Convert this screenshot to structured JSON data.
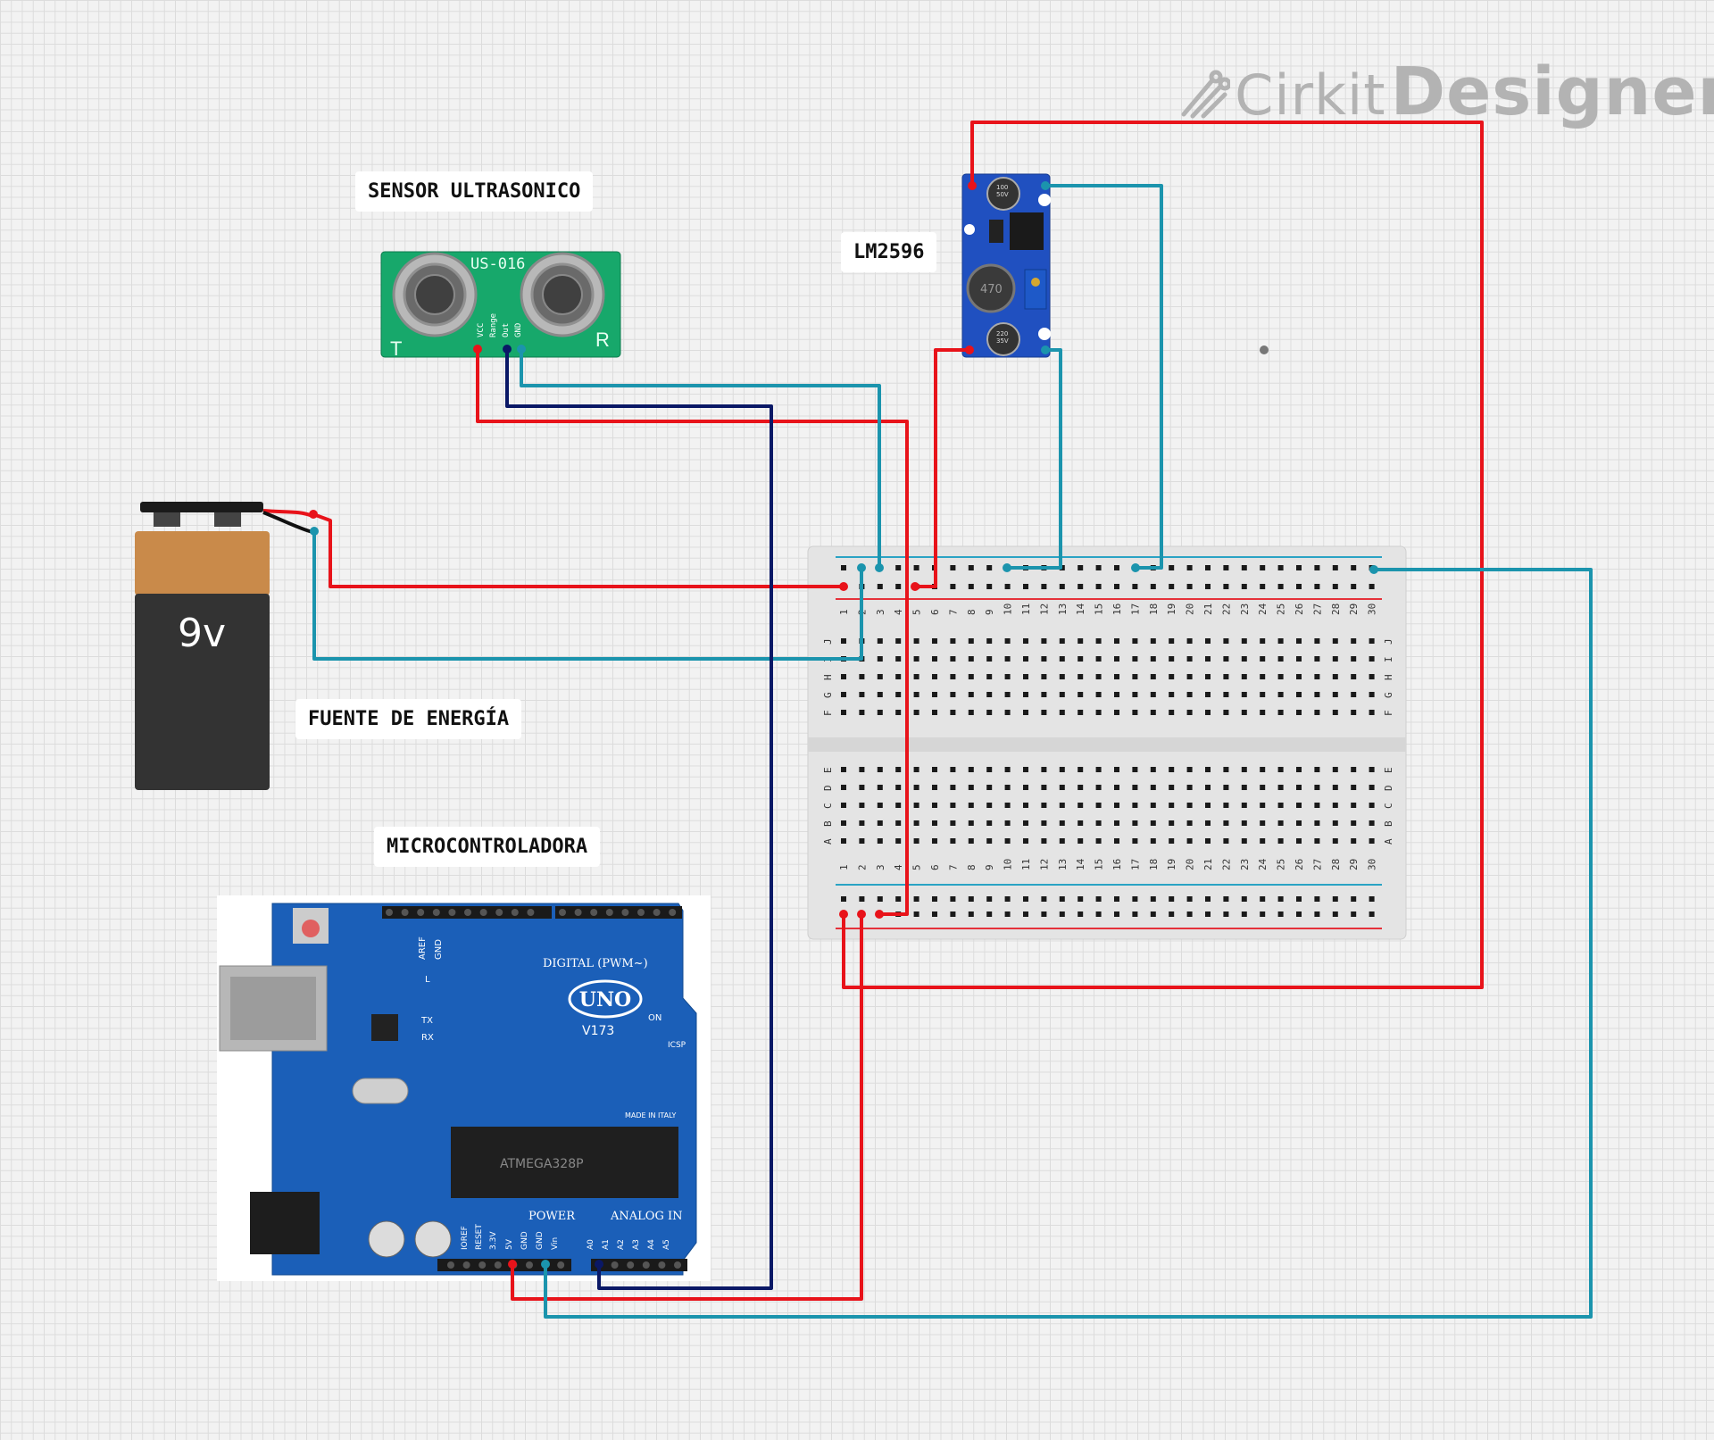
{
  "logo": {
    "brand": "Cirkit",
    "product": "Designer",
    "icon": "cirkit-logo-icon"
  },
  "labels": {
    "sensor": "SENSOR ULTRASONICO",
    "regulator": "LM2596",
    "power": "FUENTE DE ENERGÍA",
    "mcu": "MICROCONTROLADORA"
  },
  "components": {
    "sensor": {
      "model": "US-016",
      "pins": [
        "VCC",
        "Range",
        "Out",
        "GND"
      ],
      "side_t": "T",
      "side_r": "R"
    },
    "battery": {
      "voltage": "9v"
    },
    "regulator": {
      "inductor": "470",
      "cap_in": [
        "100",
        "50V"
      ],
      "cap_out": [
        "220",
        "35V"
      ]
    },
    "arduino": {
      "model": "UNO",
      "version": "V173",
      "digital": "DIGITAL (PWM~)",
      "power_header": "POWER",
      "analog_header": "ANALOG IN",
      "chip": "ATMEGA328P",
      "made_in": "MADE IN ITALY",
      "icsp": "ICSP",
      "on": "ON",
      "tx": "TX",
      "rx": "RX",
      "l": "L",
      "aref": "AREF",
      "gnd": "GND",
      "power_pins": [
        "IOREF",
        "RESET",
        "3.3V",
        "5V",
        "GND",
        "GND",
        "Vin"
      ],
      "analog_pins": [
        "A0",
        "A1",
        "A2",
        "A3",
        "A4",
        "A5"
      ]
    }
  },
  "breadboard": {
    "columns": 30,
    "row_letters_top": [
      "J",
      "I",
      "H",
      "G",
      "F"
    ],
    "row_letters_bottom": [
      "E",
      "D",
      "C",
      "B",
      "A"
    ]
  },
  "colors": {
    "wire_red": "#e8131a",
    "wire_teal": "#1b94ad",
    "wire_navy": "#0a1866",
    "rail_red": "#e5313a",
    "rail_blue": "#2aa3c4",
    "arduino_blue": "#1b5fb8",
    "sensor_green": "#17a86b",
    "regulator_blue": "#2050c0",
    "battery_copper": "#c98a4a",
    "battery_dark": "#333333"
  }
}
